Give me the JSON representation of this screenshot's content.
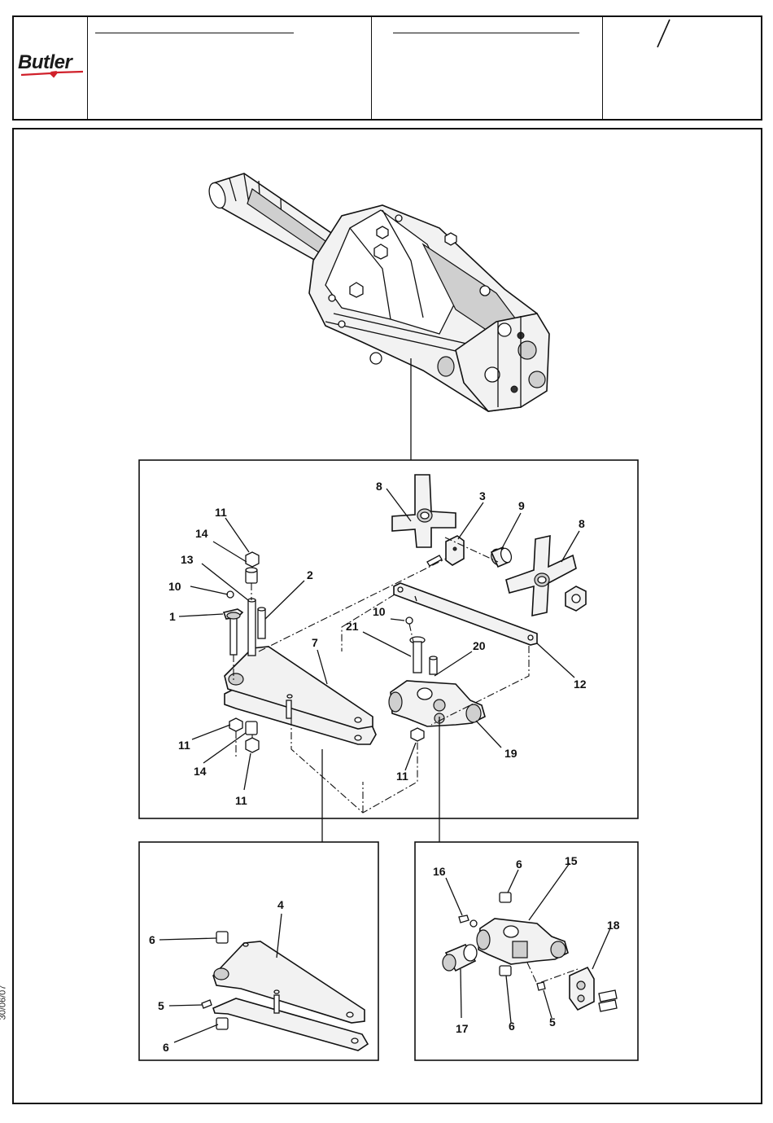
{
  "header": {
    "brand": "Butler",
    "page_number": "",
    "page_separator": "/"
  },
  "side_date": "30/06/07",
  "callouts": {
    "main_box": [
      "1",
      "2",
      "3",
      "7",
      "8",
      "8",
      "9",
      "10",
      "10",
      "11",
      "11",
      "11",
      "11",
      "12",
      "13",
      "14",
      "14",
      "19",
      "20",
      "21"
    ],
    "left_box": [
      "4",
      "5",
      "6",
      "6"
    ],
    "right_box": [
      "5",
      "6",
      "6",
      "15",
      "16",
      "17",
      "18"
    ]
  },
  "colors": {
    "line": "#111111",
    "part_fill": "#f2f2f2",
    "shade": "#cfcfcf",
    "brand_red": "#d0202a"
  }
}
